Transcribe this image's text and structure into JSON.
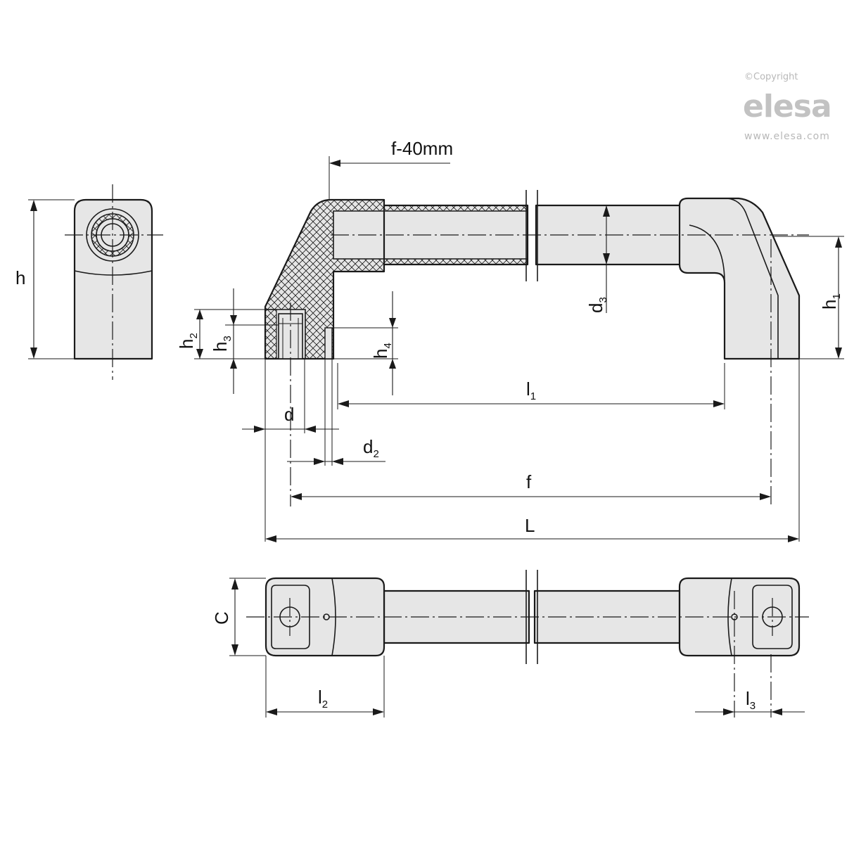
{
  "watermark": {
    "copyright": "©Copyright",
    "logo": "elesa",
    "url": "www.elesa.com"
  },
  "dimensions": {
    "f_minus_40": "f-40mm",
    "h": "h",
    "h1_main": "h",
    "h1_sub": "1",
    "h2_main": "h",
    "h2_sub": "2",
    "h3_main": "h",
    "h3_sub": "3",
    "h4_main": "h",
    "h4_sub": "4",
    "d3_main": "d",
    "d3_sub": "3",
    "l1_main": "l",
    "l1_sub": "1",
    "d": "d",
    "d2_main": "d",
    "d2_sub": "2",
    "f": "f",
    "L": "L",
    "C": "C",
    "l2_main": "l",
    "l2_sub": "2",
    "l3_main": "l",
    "l3_sub": "3"
  },
  "colors": {
    "fill": "#e6e6e6",
    "line": "#1a1a1a"
  }
}
